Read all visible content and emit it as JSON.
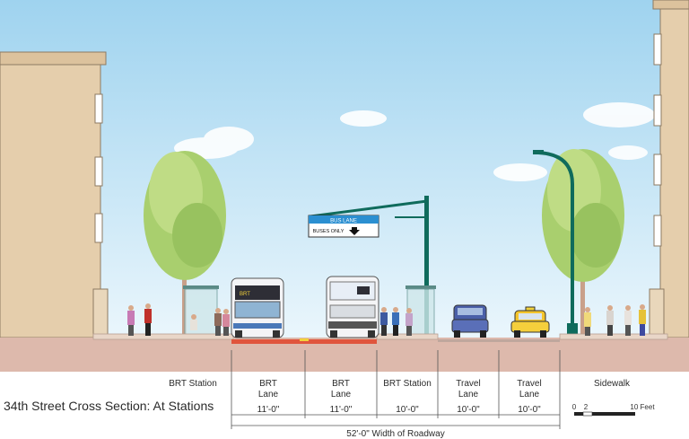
{
  "title": "34th Street Cross Section: At Stations",
  "sign": {
    "top": "BUS LANE",
    "bottom": "BUSES ONLY"
  },
  "bus_headsign": "BRT",
  "zones": [
    {
      "label1": "BRT Station",
      "label2": "",
      "dim": ""
    },
    {
      "label1": "BRT",
      "label2": "Lane",
      "dim": "11'-0\""
    },
    {
      "label1": "BRT",
      "label2": "Lane",
      "dim": "11'-0\""
    },
    {
      "label1": "BRT Station",
      "label2": "",
      "dim": "10'-0\""
    },
    {
      "label1": "Travel",
      "label2": "Lane",
      "dim": "10'-0\""
    },
    {
      "label1": "Travel",
      "label2": "Lane",
      "dim": "10'-0\""
    },
    {
      "label1": "Sidewalk",
      "label2": "",
      "dim": ""
    }
  ],
  "total_width": "52'-0\" Width of Roadway",
  "scale": {
    "start": "0",
    "mid": "2",
    "end": "10 Feet"
  },
  "colors": {
    "sky_top": "#9fd3ef",
    "sky_bottom": "#eaf6fc",
    "building": "#e5ceac",
    "building_edge": "#8d7a62",
    "ground": "#ddb9ac",
    "bus_lane": "#e0553d",
    "pole": "#0f6b5c",
    "sign_blue": "#2b8fd1"
  }
}
